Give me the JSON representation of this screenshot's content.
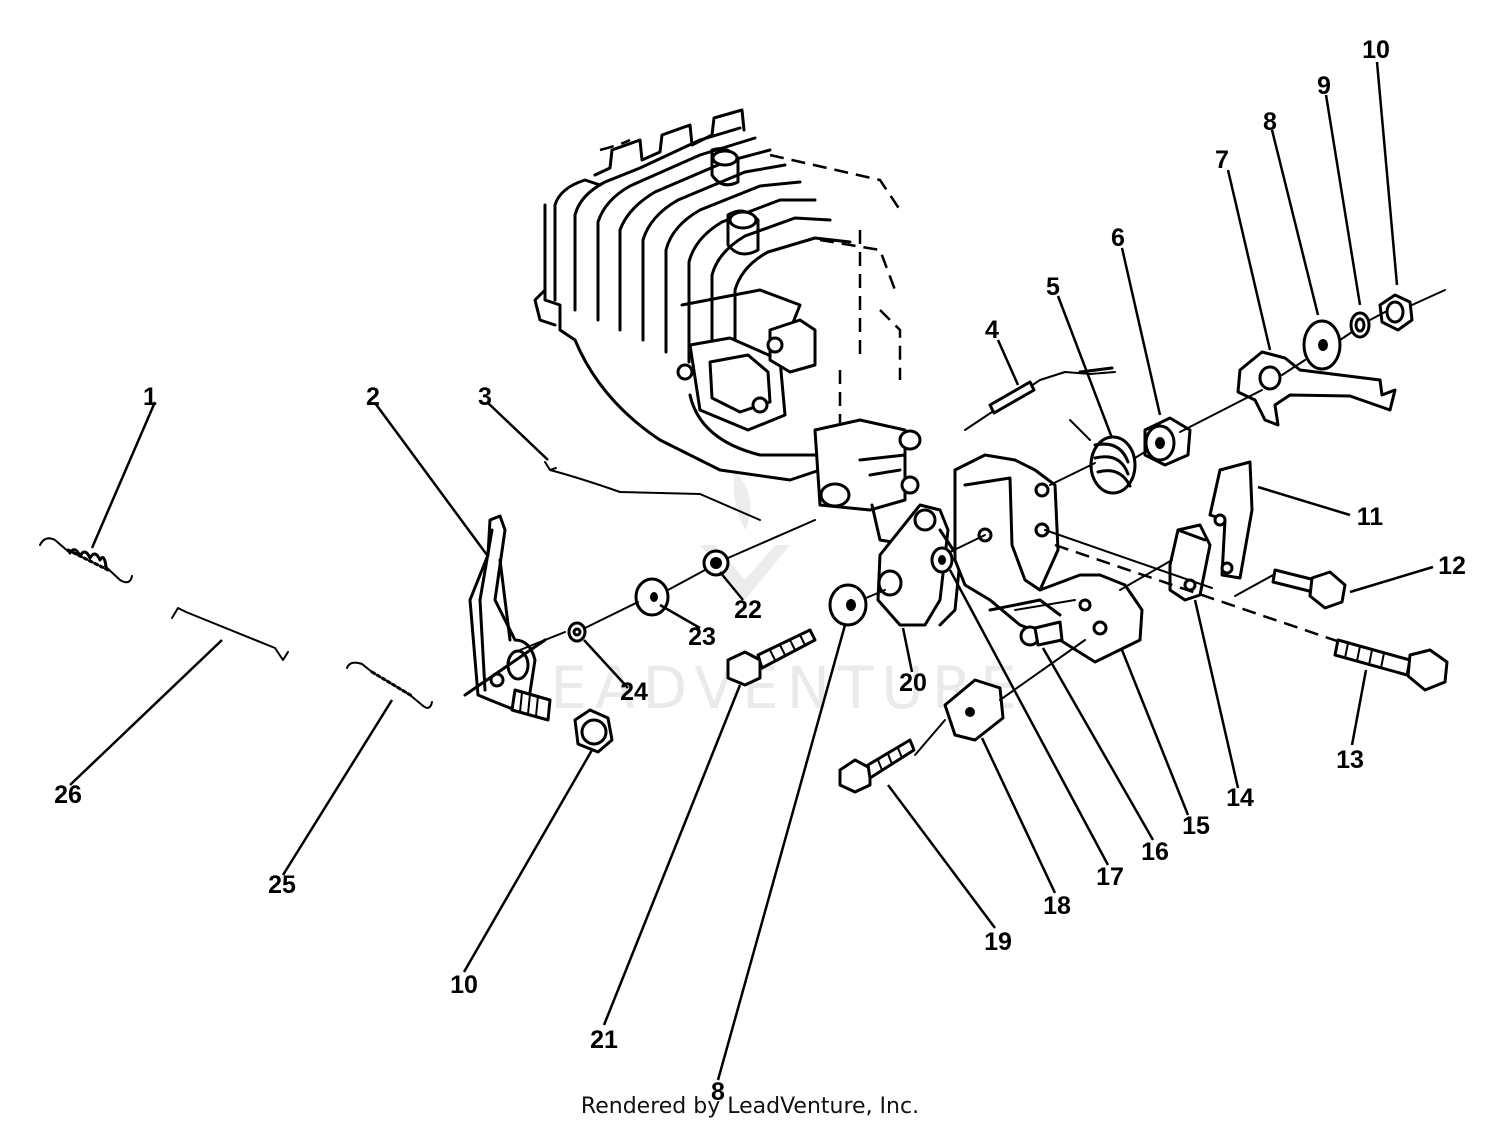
{
  "diagram": {
    "callouts": [
      {
        "id": "c1",
        "label": "1"
      },
      {
        "id": "c2",
        "label": "2"
      },
      {
        "id": "c3",
        "label": "3"
      },
      {
        "id": "c4",
        "label": "4"
      },
      {
        "id": "c5",
        "label": "5"
      },
      {
        "id": "c6",
        "label": "6"
      },
      {
        "id": "c7",
        "label": "7"
      },
      {
        "id": "c8a",
        "label": "8"
      },
      {
        "id": "c9",
        "label": "9"
      },
      {
        "id": "c10a",
        "label": "10"
      },
      {
        "id": "c11",
        "label": "11"
      },
      {
        "id": "c12",
        "label": "12"
      },
      {
        "id": "c13",
        "label": "13"
      },
      {
        "id": "c14",
        "label": "14"
      },
      {
        "id": "c15",
        "label": "15"
      },
      {
        "id": "c16",
        "label": "16"
      },
      {
        "id": "c17",
        "label": "17"
      },
      {
        "id": "c18",
        "label": "18"
      },
      {
        "id": "c19",
        "label": "19"
      },
      {
        "id": "c20",
        "label": "20"
      },
      {
        "id": "c21",
        "label": "21"
      },
      {
        "id": "c22",
        "label": "22"
      },
      {
        "id": "c23",
        "label": "23"
      },
      {
        "id": "c24",
        "label": "24"
      },
      {
        "id": "c25",
        "label": "25"
      },
      {
        "id": "c26",
        "label": "26"
      },
      {
        "id": "c10b",
        "label": "10"
      },
      {
        "id": "c8b",
        "label": "8"
      }
    ],
    "watermark": "LEADVENTURE"
  },
  "footer": {
    "credit": "Rendered by LeadVenture, Inc."
  }
}
